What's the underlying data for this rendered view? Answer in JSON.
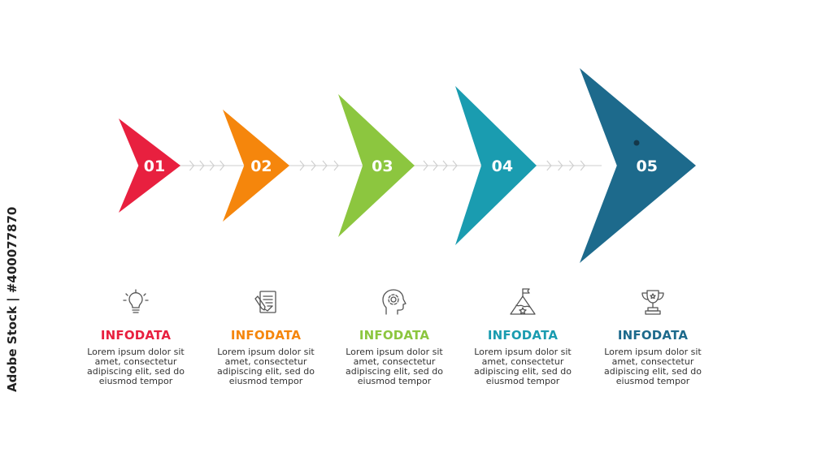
{
  "watermark": {
    "text": "Adobe Stock | #400077870"
  },
  "steps": [
    {
      "number": "01",
      "color": "#e8203f",
      "icon": "lightbulb-icon",
      "title": "INFODATA",
      "lines": [
        "Lorem ipsum dolor sit",
        "amet, consectetur",
        "adipiscing elit, sed do",
        "eiusmod tempor"
      ]
    },
    {
      "number": "02",
      "color": "#f5860c",
      "icon": "document-pen-icon",
      "title": "INFODATA",
      "lines": [
        "Lorem ipsum dolor sit",
        "amet, consectetur",
        "adipiscing elit, sed do",
        "eiusmod tempor"
      ]
    },
    {
      "number": "03",
      "color": "#8cc63f",
      "icon": "head-gear-icon",
      "title": "INFODATA",
      "lines": [
        "Lorem ipsum dolor sit",
        "amet, consectetur",
        "adipiscing elit, sed do",
        "eiusmod tempor"
      ]
    },
    {
      "number": "04",
      "color": "#1a9cb0",
      "icon": "mountain-flag-icon",
      "title": "INFODATA",
      "lines": [
        "Lorem ipsum dolor sit",
        "amet, consectetur",
        "adipiscing elit, sed do",
        "eiusmod tempor"
      ]
    },
    {
      "number": "05",
      "color": "#1d6a8c",
      "icon": "trophy-icon",
      "title": "INFODATA",
      "lines": [
        "Lorem ipsum dolor sit",
        "amet, consectetur",
        "adipiscing elit, sed do",
        "eiusmod tempor"
      ]
    }
  ]
}
